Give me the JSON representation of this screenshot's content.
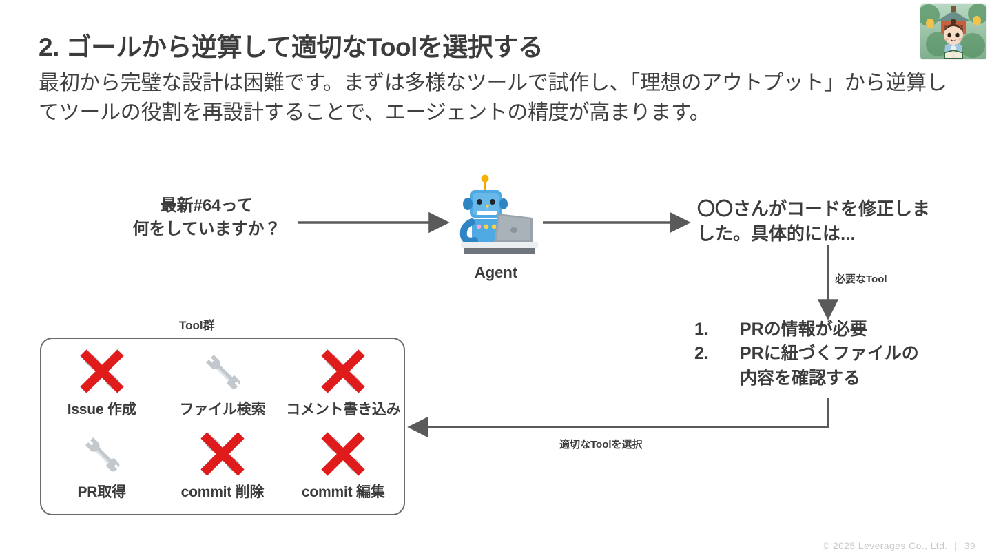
{
  "slide": {
    "title": "2. ゴールから逆算して適切なToolを選択する",
    "subtitle": "最初から完璧な設計は困難です。まずは多様なツールで試作し、「理想のアウトプット」から逆算してツールの役割を再設計することで、エージェントの精度が高まります。",
    "page_number": "39",
    "copyright": "©  2025 Leverages Co., Ltd.",
    "footer_separator": "|"
  },
  "diagram": {
    "question": "最新#64って\n何をしていますか？",
    "question_line1": "最新#64って",
    "question_line2": "何をしていますか？",
    "agent_label": "Agent",
    "answer_line1": "〇〇さんがコードを修正しま",
    "answer_line2": "した。具体的には...",
    "arrow_label_needed_tool": "必要なTool",
    "arrow_label_select_tool": "適切なToolを選択",
    "need_list": [
      {
        "num": "1.",
        "text": "PRの情報が必要"
      },
      {
        "num": "2.",
        "text": "PRに紐づくファイルの"
      },
      {
        "num": "",
        "text": "内容を確認する"
      }
    ],
    "tool_group_label": "Tool群",
    "tools": [
      {
        "label": "Issue 作成",
        "icon": "wrench-icon",
        "crossed": true
      },
      {
        "label": "ファイル検索",
        "icon": "wrench-icon",
        "crossed": false
      },
      {
        "label": "コメント書き込み",
        "icon": "wrench-icon",
        "crossed": true
      },
      {
        "label": "PR取得",
        "icon": "wrench-icon",
        "crossed": false
      },
      {
        "label": "commit 削除",
        "icon": "wrench-icon",
        "crossed": true
      },
      {
        "label": "commit 編集",
        "icon": "wrench-icon",
        "crossed": true
      }
    ]
  },
  "colors": {
    "text": "#3c3c3c",
    "arrow": "#5a5a5a",
    "cross_red": "#e01b1b",
    "wrench_grey": "#b8bcc0",
    "robot_blue": "#49a6e0",
    "box_border": "#6b6b6b",
    "footer_grey": "#c9c9c9"
  }
}
